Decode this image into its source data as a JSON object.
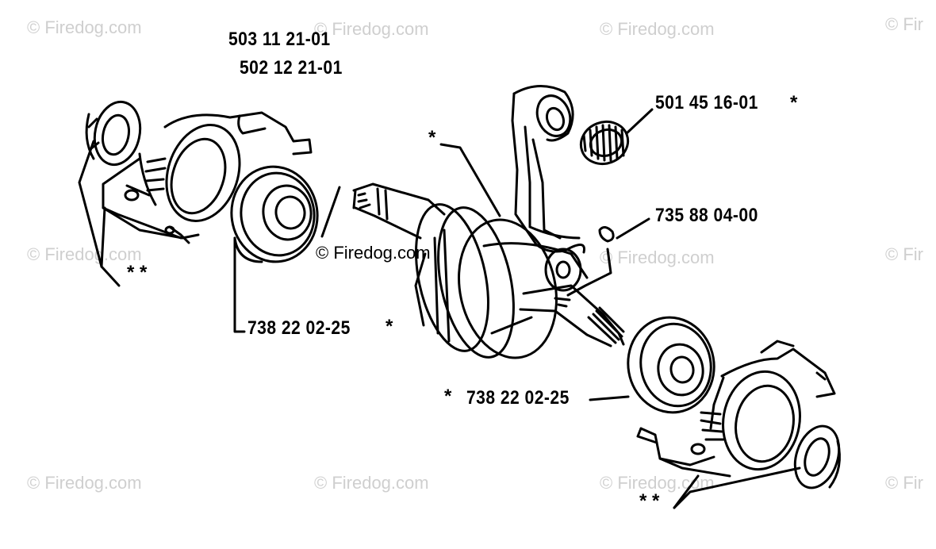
{
  "watermark": "© Firedog.com",
  "watermark_partial": "© Fir",
  "parts": {
    "top_crankshaft_1": "503 11 21-01",
    "top_crankshaft_2": "502 12 21-01",
    "needle_bearing": "501 45 16-01",
    "needle_bearing_mark": "*",
    "key": "735 88 04-00",
    "bearing_left": "738 22 02-25",
    "bearing_left_mark": "*",
    "bearing_right": "738 22 02-25",
    "bearing_right_mark": "*",
    "crank_mark": "*",
    "seal_left_mark": "* *",
    "seal_right_mark": "* *"
  }
}
